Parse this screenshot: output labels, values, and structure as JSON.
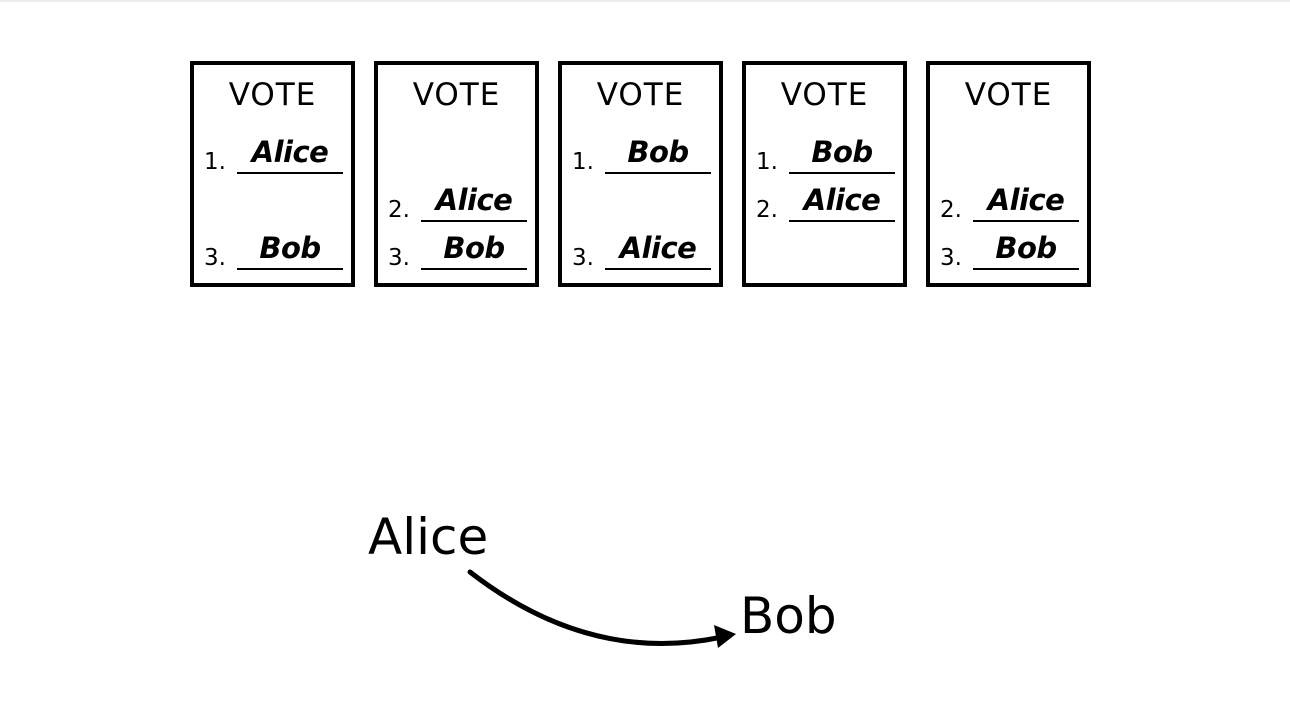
{
  "ballots": [
    {
      "title": "VOTE",
      "lines": [
        {
          "number": "1.",
          "name": "Alice"
        },
        {
          "number": "",
          "name": ""
        },
        {
          "number": "3.",
          "name": "Bob"
        }
      ]
    },
    {
      "title": "VOTE",
      "lines": [
        {
          "number": "",
          "name": ""
        },
        {
          "number": "2.",
          "name": "Alice"
        },
        {
          "number": "3.",
          "name": "Bob"
        }
      ]
    },
    {
      "title": "VOTE",
      "lines": [
        {
          "number": "1.",
          "name": "Bob"
        },
        {
          "number": "",
          "name": ""
        },
        {
          "number": "3.",
          "name": "Alice"
        }
      ]
    },
    {
      "title": "VOTE",
      "lines": [
        {
          "number": "1.",
          "name": "Bob"
        },
        {
          "number": "2.",
          "name": "Alice"
        },
        {
          "number": "",
          "name": ""
        }
      ]
    },
    {
      "title": "VOTE",
      "lines": [
        {
          "number": "",
          "name": ""
        },
        {
          "number": "2.",
          "name": "Alice"
        },
        {
          "number": "3.",
          "name": "Bob"
        }
      ]
    }
  ],
  "diagram": {
    "from_label": "Alice",
    "to_label": "Bob",
    "arrow_color": "#000000"
  }
}
